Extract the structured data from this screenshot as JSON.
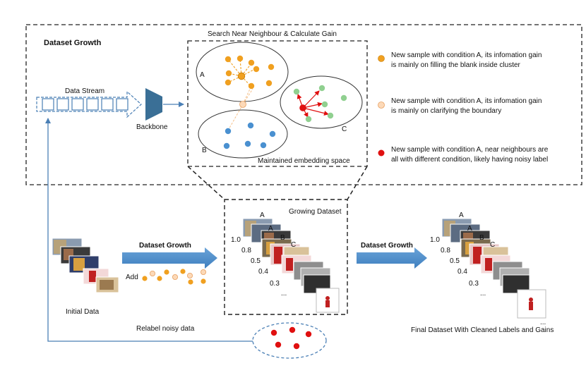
{
  "top_panel": {
    "title": "Dataset Growth",
    "search_title": "Search Near Neighbour & Calculate Gain",
    "data_stream_label": "Data Stream",
    "backbone_label": "Backbone",
    "embedding_label": "Maintained embedding space",
    "cluster_labels": [
      "A",
      "B",
      "C"
    ]
  },
  "legend": [
    {
      "color": "#f0a020",
      "line1": "New sample with condition A, its infomation gain",
      "line2": "is mainly on filling the blank inside cluster"
    },
    {
      "color": "#fcd9b8",
      "line1": "New sample with condition A, its infomation gain",
      "line2": "is mainly on clarifying the boundary"
    },
    {
      "color": "#e01010",
      "line1": "New sample with condition A, near neighbours are",
      "line2": "all with different condition, likely having noisy label"
    }
  ],
  "bottom": {
    "initial_data_label": "Initial Data",
    "arrow1_label": "Dataset Growth",
    "add_label": "Add",
    "growing_dataset_label": "Growing Dataset",
    "arrow2_label": "Dataset Growth",
    "final_label": "Final Dataset With Cleaned Labels and Gains",
    "relabel_label": "Relabel noisy data",
    "stack_letters": [
      "A",
      "A",
      "B",
      "C"
    ],
    "stack_gains": [
      "1.0",
      "0.8",
      "0.5",
      "0.4",
      "0.3",
      "..."
    ]
  },
  "colors": {
    "cluster_a": "#f0a020",
    "cluster_b": "#4a90d0",
    "cluster_c": "#90d090",
    "noisy": "#e01010",
    "arrow": "#4a7fb5",
    "backbone": "#3a6f96"
  }
}
